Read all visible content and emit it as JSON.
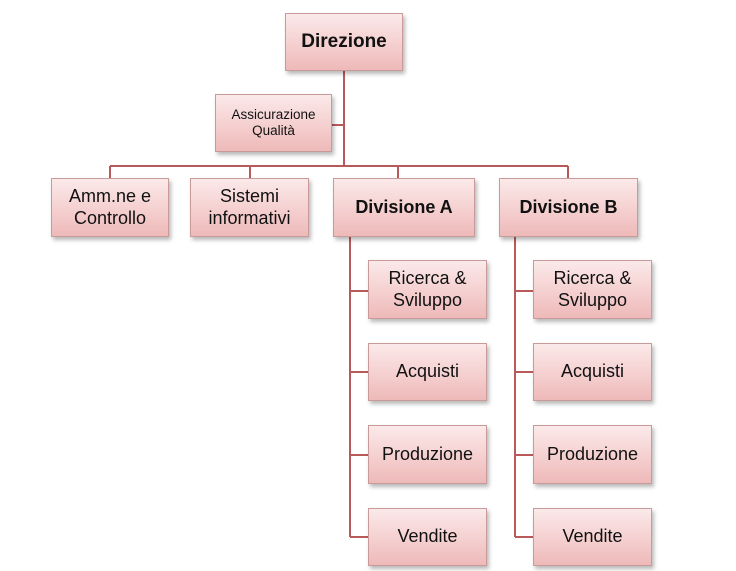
{
  "diagram": {
    "line_color": "#b95a5a",
    "root": "Direzione",
    "staff": "Assicurazione\nQualità",
    "departments": [
      "Amm.ne e\nControllo",
      "Sistemi\ninformativi"
    ],
    "division_a": {
      "name": "Divisione A",
      "units": [
        "Ricerca &\nSviluppo",
        "Acquisti",
        "Produzione",
        "Vendite"
      ]
    },
    "division_b": {
      "name": "Divisione B",
      "units": [
        "Ricerca &\nSviluppo",
        "Acquisti",
        "Produzione",
        "Vendite"
      ]
    }
  }
}
